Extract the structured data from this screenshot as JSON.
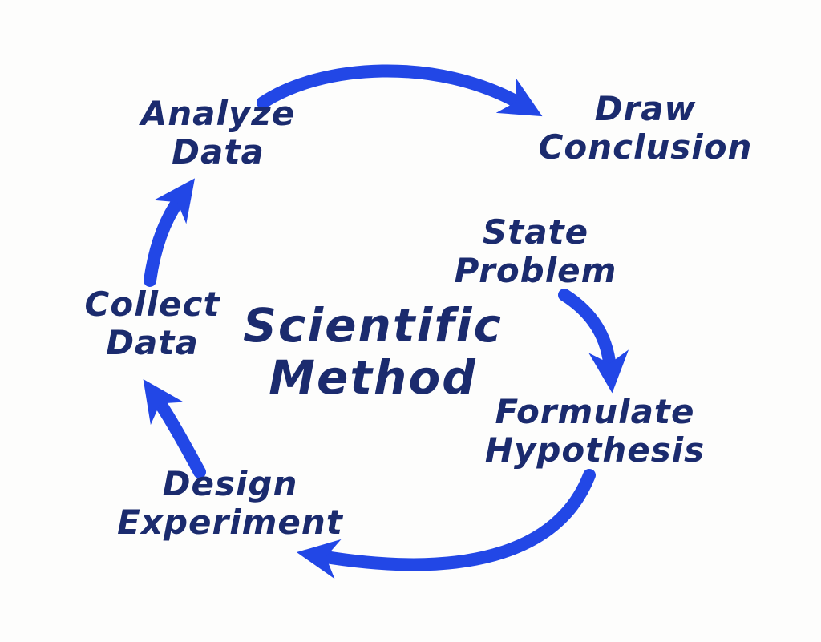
{
  "title": {
    "line1": "Scientific",
    "line2": "Method"
  },
  "nodes": {
    "state_problem": {
      "line1": "State",
      "line2": "Problem"
    },
    "formulate_hypothesis": {
      "line1": "Formulate",
      "line2": "Hypothesis"
    },
    "design_experiment": {
      "line1": "Design",
      "line2": "Experiment"
    },
    "collect_data": {
      "line1": "Collect",
      "line2": "Data"
    },
    "analyze_data": {
      "line1": "Analyze",
      "line2": "Data"
    },
    "draw_conclusion": {
      "line1": "Draw",
      "line2": "Conclusion"
    }
  },
  "diagram": {
    "type": "cycle",
    "flow_order": [
      "State Problem",
      "Formulate Hypothesis",
      "Design Experiment",
      "Collect Data",
      "Analyze Data",
      "Draw Conclusion"
    ],
    "arrows": [
      {
        "from": "State Problem",
        "to": "Formulate Hypothesis"
      },
      {
        "from": "Formulate Hypothesis",
        "to": "Design Experiment"
      },
      {
        "from": "Design Experiment",
        "to": "Collect Data"
      },
      {
        "from": "Collect Data",
        "to": "Analyze Data"
      },
      {
        "from": "Analyze Data",
        "to": "Draw Conclusion"
      }
    ]
  },
  "colors": {
    "text": "#1b2b6e",
    "arrow": "#2247e6",
    "background": "#fdfdfc"
  }
}
